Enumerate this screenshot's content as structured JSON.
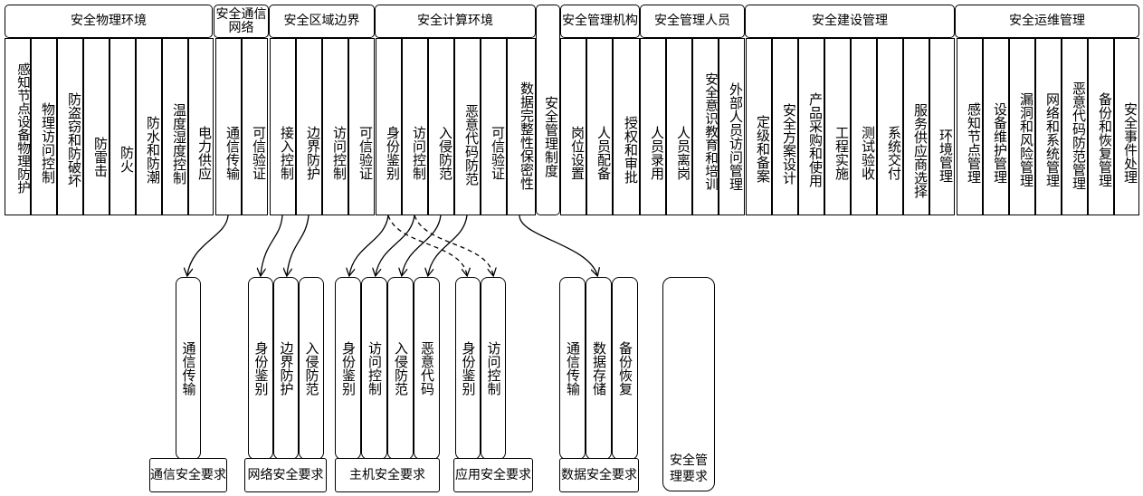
{
  "categories": {
    "physical_env": "安全物理环境",
    "comm_network": "安全通信网络",
    "area_boundary": "安全区域边界",
    "compute_env": "安全计算环境",
    "mgmt_system": "安全管理制度",
    "mgmt_org": "安全管理机构",
    "mgmt_personnel": "安全管理人员",
    "build_mgmt": "安全建设管理",
    "ops_mgmt": "安全运维管理"
  },
  "items": {
    "p1": "感知节点设备物理防护",
    "p2": "物理访问控制",
    "p3": "防盗窃和防破坏",
    "p4": "防雷击",
    "p5": "防火",
    "p6": "防水和防潮",
    "p7": "温度湿度控制",
    "p8": "电力供应",
    "c1": "通信传输",
    "c2": "可信验证",
    "b1": "接入控制",
    "b2": "边界防护",
    "b3": "访问控制",
    "b4": "可信验证",
    "e1": "身份鉴别",
    "e2": "访问控制",
    "e3": "入侵防范",
    "e4": "恶意代码防范",
    "e5": "可信验证",
    "e6": "数据完整性保密性",
    "o1": "岗位设置",
    "o2": "人员配备",
    "o3": "授权和审批",
    "h1": "人员录用",
    "h2": "人员离岗",
    "h3": "安全意识教育和培训",
    "h4": "外部人员访问管理",
    "d1": "定级和备案",
    "d2": "安全方案设计",
    "d3": "产品采购和使用",
    "d4": "工程实施",
    "d5": "测试验收",
    "d6": "系统交付",
    "d7": "服务供应商选择",
    "m1": "环境管理",
    "m2": "感知节点管理",
    "m3": "设备维护管理",
    "m4": "漏洞和风险管理",
    "m5": "网络和系统管理",
    "m6": "恶意代码防范管理",
    "m7": "备份和恢复管理",
    "m8": "安全事件处理"
  },
  "requirements": {
    "comm": {
      "label": "通信安全要求",
      "items": [
        "通信传输"
      ]
    },
    "network": {
      "label": "网络安全要求",
      "items": [
        "身份鉴别",
        "边界防护",
        "入侵防范"
      ]
    },
    "host": {
      "label": "主机安全要求",
      "items": [
        "身份鉴别",
        "访问控制",
        "入侵防范",
        "恶意代码"
      ]
    },
    "app": {
      "label": "应用安全要求",
      "items": [
        "身份鉴别",
        "访问控制"
      ]
    },
    "data": {
      "label": "数据安全要求",
      "items": [
        "通信传输",
        "数据存储",
        "备份恢复"
      ]
    },
    "mgmt": {
      "label": "安全管理要求"
    }
  }
}
